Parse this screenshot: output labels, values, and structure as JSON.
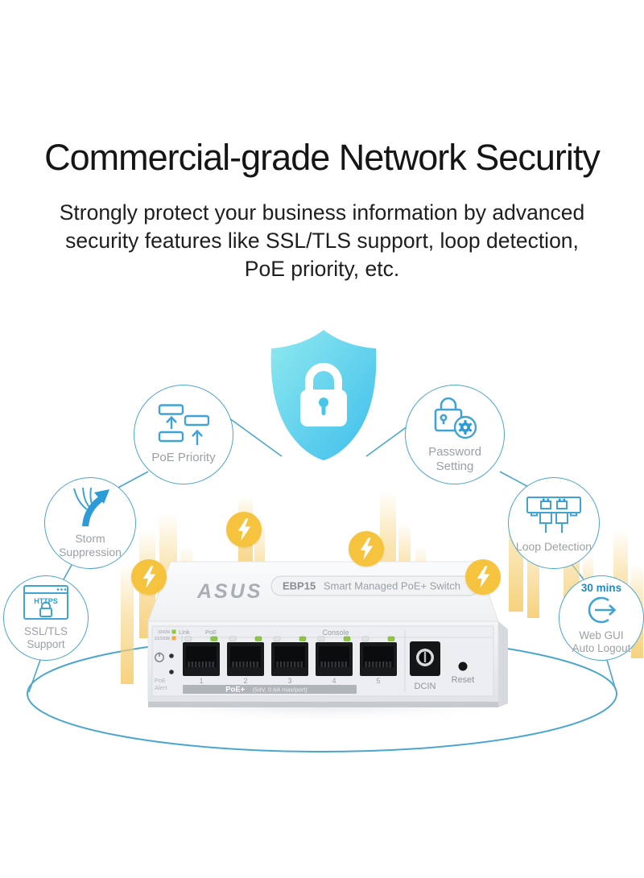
{
  "header": {
    "title": "Commercial-grade Network Security",
    "subtitle_line1": "Strongly protect your business information by advanced",
    "subtitle_line2": "security features like SSL/TLS support, loop detection,",
    "subtitle_line3": "PoE priority, etc."
  },
  "features": {
    "poe_priority": {
      "label": "PoE Priority"
    },
    "password_setting": {
      "line1": "Password",
      "line2": "Setting"
    },
    "storm_suppression": {
      "line1": "Storm",
      "line2": "Suppression"
    },
    "loop_detection": {
      "label": "Loop Detection"
    },
    "ssl_tls_support": {
      "badge_text": "HTTPS",
      "line1": "SSL/TLS",
      "line2": "Support"
    },
    "web_gui_auto_logout": {
      "duration": "30 mins",
      "line1": "Web GUI",
      "line2": "Auto Logout"
    }
  },
  "device": {
    "brand_logo": "ASUS",
    "model_badge": {
      "model": "EBP15",
      "name": "Smart Managed PoE+ Switch"
    },
    "front_panel": {
      "legend": {
        "speed_1000": "1000M",
        "speed_100": "10/100M",
        "link_label": "Link",
        "poe_label": "PoE"
      },
      "console_label": "Console",
      "poe_alert_line1": "PoE",
      "poe_alert_line2": "Alert",
      "ports": [
        "1",
        "2",
        "3",
        "4",
        "5"
      ],
      "poe_rating": {
        "bold": "PoE+",
        "detail": "(54V, 0.6A max/port)"
      },
      "dcin_label": "DCIN",
      "reset_label": "Reset"
    }
  },
  "colors": {
    "connector_blue": "#4BA6CE",
    "icon_blue": "#2B9CD8",
    "label_gray": "#9aa0a6",
    "shield_gradient_start": "#8FE9EF",
    "shield_gradient_end": "#3EBEEC",
    "bolt_yellow": "#F6C33E",
    "streak_yellow": "#F5CA69",
    "led_green": "#8DC63F",
    "led_orange": "#F2A83B"
  }
}
